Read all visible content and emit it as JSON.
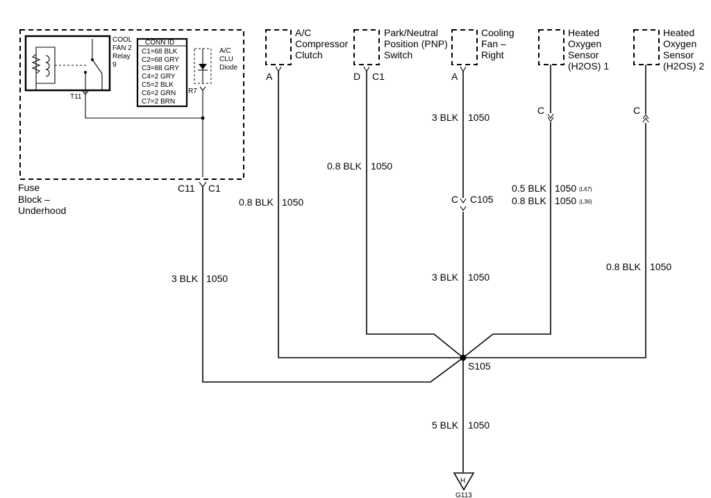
{
  "fuse_block": {
    "label": [
      "Fuse",
      "Block –",
      "Underhood"
    ],
    "relay_label": [
      "COOL",
      "FAN 2",
      "Relay",
      "9"
    ],
    "terminal_t11": "T11",
    "diode_label": [
      "A/C",
      "CLU",
      "Diode"
    ],
    "terminal_r7": "R7",
    "conn_id": {
      "title": "CONN ID",
      "rows": [
        "C1=68 BLK",
        "C2=68 GRY",
        "C3=88 GRY",
        "C4=2 GRY",
        "C5=2 BLK",
        "C6=2 GRN",
        "C7=2 BRN"
      ]
    },
    "conn_c11": "C11",
    "conn_c1": "C1",
    "wire_gauge": "3 BLK",
    "wire_circuit": "1050"
  },
  "components": [
    {
      "id": "ac-compressor-clutch",
      "label": [
        "A/C",
        "Compressor",
        "Clutch"
      ],
      "pin": "A",
      "connector": "",
      "wire_gauge": "0.8 BLK",
      "wire_circuit": "1050"
    },
    {
      "id": "pnp-switch",
      "label": [
        "Park/Neutral",
        "Position (PNP)",
        "Switch"
      ],
      "pin": "D",
      "connector": "C1",
      "wire_gauge": "0.8 BLK",
      "wire_circuit": "1050"
    },
    {
      "id": "cooling-fan-right",
      "label": [
        "Cooling",
        "Fan –",
        "Right"
      ],
      "pin": "A",
      "connector": "",
      "wire_gauge": "3 BLK",
      "wire_circuit": "1050"
    },
    {
      "id": "h2os-1",
      "label": [
        "Heated",
        "Oxygen",
        "Sensor",
        "(H2OS) 1"
      ],
      "pin": "C",
      "connector": ""
    },
    {
      "id": "h2os-2",
      "label": [
        "Heated",
        "Oxygen",
        "Sensor",
        "(H2OS) 2"
      ],
      "pin": "C",
      "connector": "",
      "wire_gauge": "0.8 BLK",
      "wire_circuit": "1050"
    }
  ],
  "h2os1_wires": [
    {
      "gauge": "0.5 BLK",
      "circuit": "1050",
      "option": "(L67)"
    },
    {
      "gauge": "0.8 BLK",
      "circuit": "1050",
      "option": "(L36)"
    }
  ],
  "inline_connector": {
    "pin": "C",
    "name": "C105",
    "lower_gauge": "3 BLK",
    "lower_circuit": "1050"
  },
  "splice": {
    "name": "S105"
  },
  "ground_wire": {
    "gauge": "5 BLK",
    "circuit": "1050"
  },
  "ground": {
    "letter": "H",
    "name": "G113"
  }
}
